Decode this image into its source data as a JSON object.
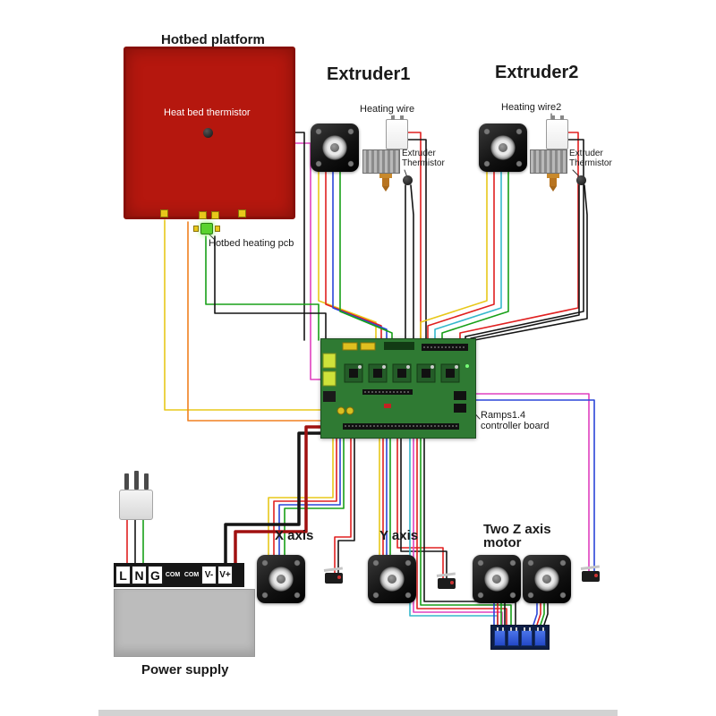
{
  "labels": {
    "hotbed_title": "Hotbed platform",
    "heat_bed_thermistor": "Heat bed thermistor",
    "hotbed_heating_pcb": "Hotbed heating pcb",
    "extruder1_title": "Extruder1",
    "extruder2_title": "Extruder2",
    "heating_wire1": "Heating wire",
    "heating_wire2": "Heating wire2",
    "extruder_thermistor_line1": "Extruder",
    "extruder_thermistor_line2": "Thermistor",
    "controller_line1": "Ramps1.4",
    "controller_line2": "controller board",
    "x_axis": "X axis",
    "y_axis": "Y axis",
    "z_axis_line1": "Two Z axis",
    "z_axis_line2": "motor",
    "power_supply": "Power supply"
  },
  "terminals": [
    "L",
    "N",
    "G",
    "COM",
    "COM",
    "V-",
    "V+"
  ],
  "colors": {
    "hotbed_red": "#b5170e",
    "board_green": "#2f7a33",
    "psu_gray": "#bcbcbc",
    "zboard_blue": "#2348c8",
    "wire_red": "#e02020",
    "wire_yellow": "#e8c81a",
    "wire_blue": "#2b46d9",
    "wire_green": "#18a018",
    "wire_magenta": "#e040c0",
    "wire_cyan": "#35b8cc",
    "wire_orange": "#f08020",
    "wire_black": "#151515"
  }
}
